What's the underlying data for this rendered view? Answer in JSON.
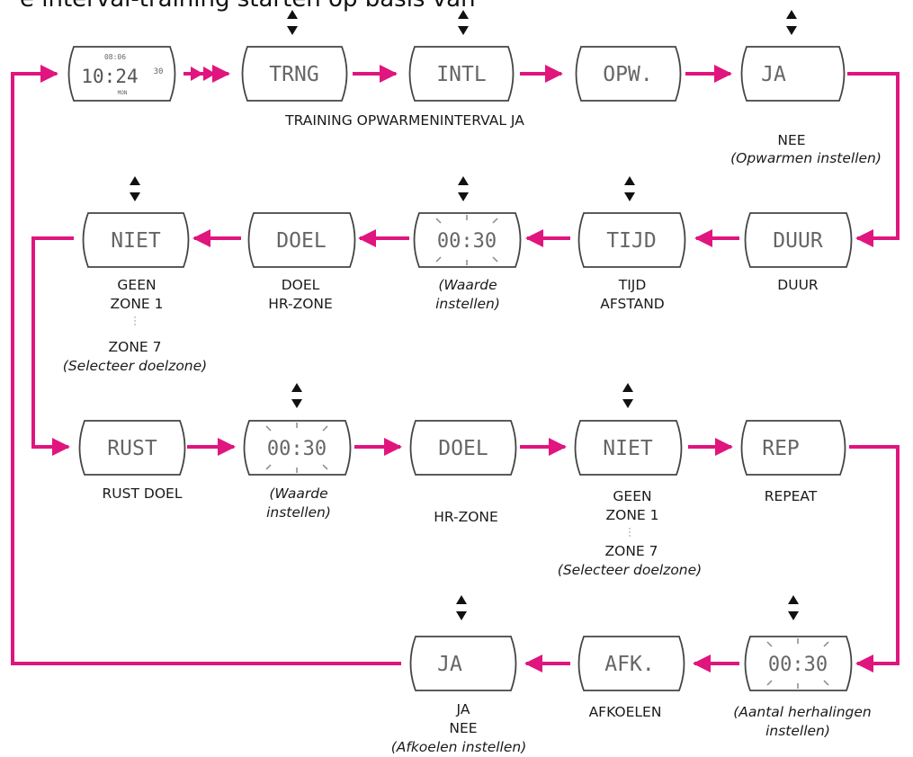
{
  "heading": "e interval-training starten op basis van",
  "colors": {
    "arrow": "#e0157e",
    "outline": "#444444",
    "lcd": "#666666"
  },
  "displays": {
    "clock": {
      "time": "10:24",
      "seconds": "30",
      "top": "08:06",
      "date": "MON"
    },
    "r1_trng": "TRNG",
    "r1_intl": "INTL",
    "r1_opw": "OPW.",
    "r1_ja": "JA",
    "r2_duur": "DUUR",
    "r2_tijd": "TIJD",
    "r2_value": "00:30",
    "r2_doel": "DOEL",
    "r2_niet": "NIET",
    "r3_rust": "RUST",
    "r3_value": "00:30",
    "r3_doel": "DOEL",
    "r3_niet": "NIET",
    "r3_rep": "REP",
    "r4_value": "00:30",
    "r4_afk": "AFK.",
    "r4_ja": "JA"
  },
  "labels": {
    "row1_caption": "TRAINING OPWARMENINTERVAL JA",
    "row1_nee": "NEE",
    "row1_nee_note": "(Opwarmen instellen)",
    "row2_geen": "GEEN",
    "row2_zone1": "ZONE 1",
    "row2_zone7": "ZONE 7",
    "row2_zone_note": "(Selecteer doelzone)",
    "row2_doel": "DOEL",
    "row2_hrzone": "HR-ZONE",
    "row2_waarde_1": "(Waarde",
    "row2_waarde_2": "instellen)",
    "row2_tijd": "TIJD",
    "row2_afstand": "AFSTAND",
    "row2_duur": "DUUR",
    "row3_rust": "RUST DOEL",
    "row3_waarde_1": "(Waarde",
    "row3_waarde_2": "instellen)",
    "row3_hrzone": "HR-ZONE",
    "row3_geen": "GEEN",
    "row3_zone1": "ZONE 1",
    "row3_zone7": "ZONE 7",
    "row3_zone_note": "(Selecteer doelzone)",
    "row3_repeat": "REPEAT",
    "row4_ja": "JA",
    "row4_nee": "NEE",
    "row4_note": "(Afkoelen instellen)",
    "row4_afkoelen": "AFKOELEN",
    "row4_aantal_1": "(Aantal herhalingen",
    "row4_aantal_2": "instellen)"
  }
}
